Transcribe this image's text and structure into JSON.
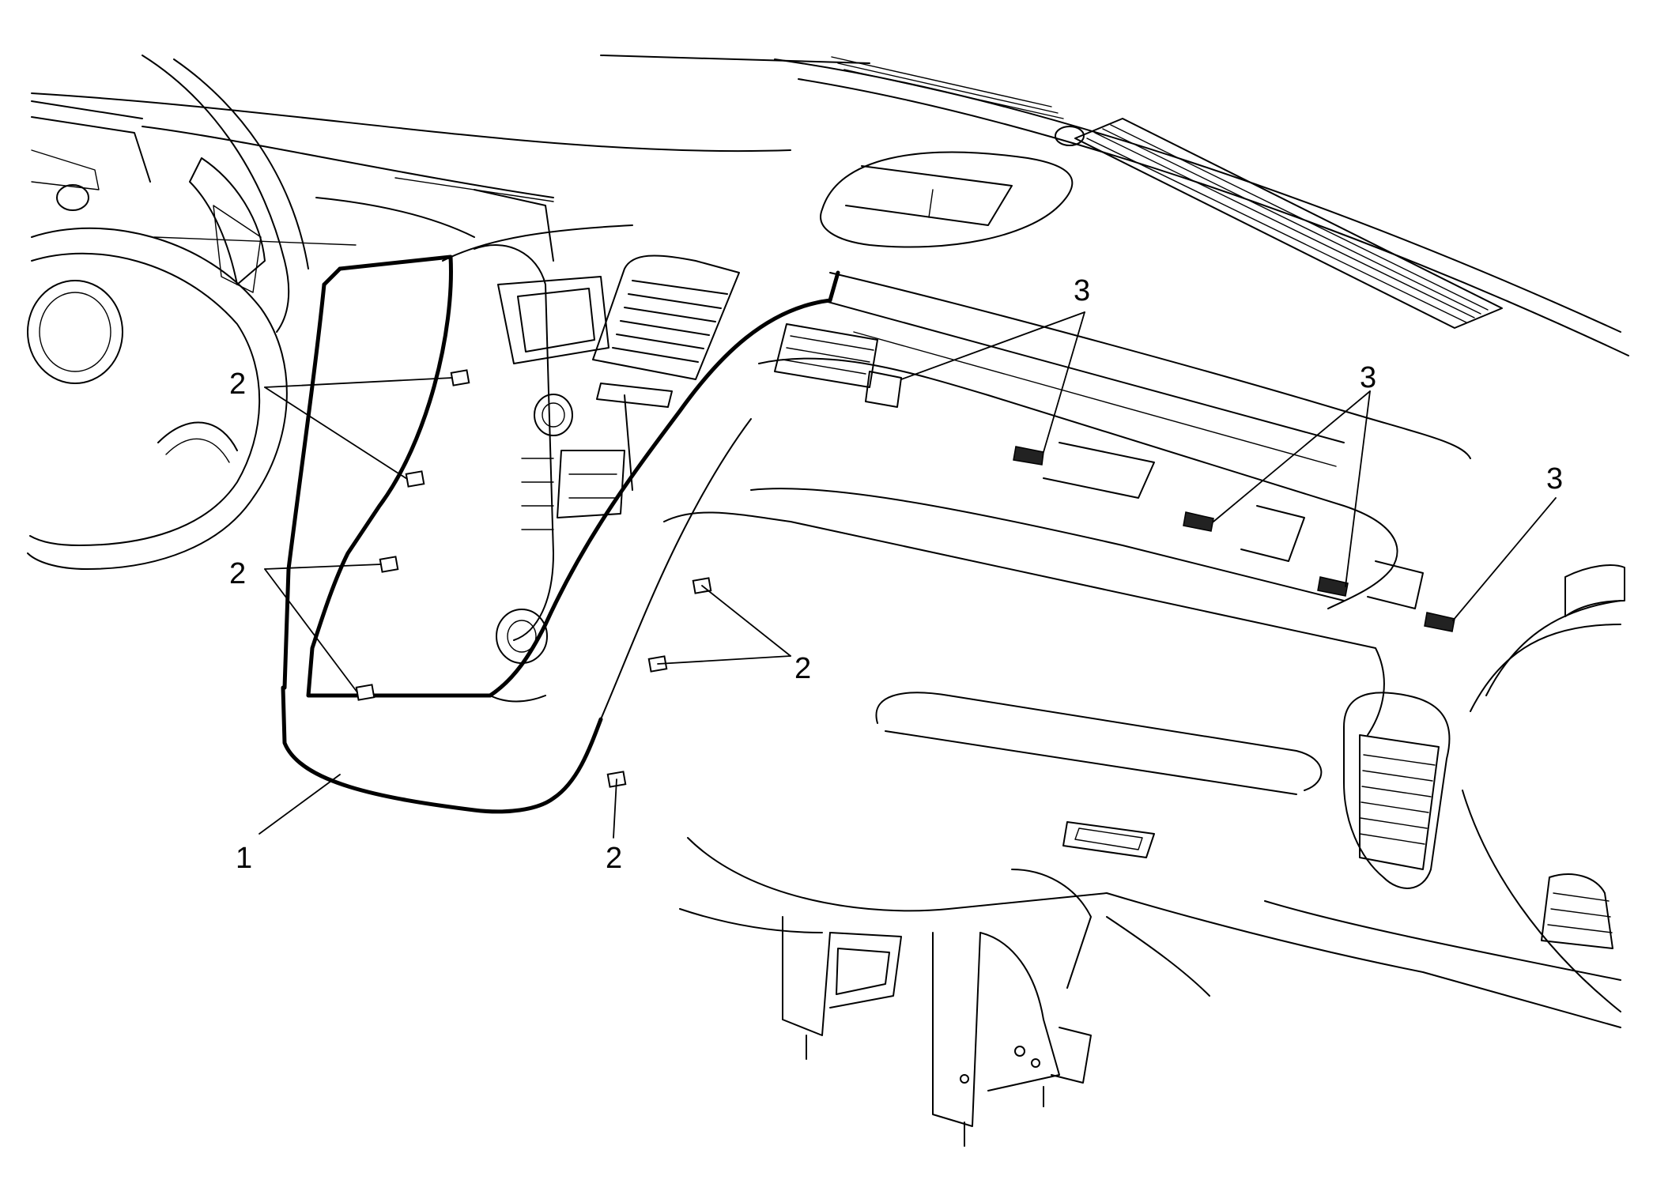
{
  "callouts": {
    "one": "1",
    "two_a": "2",
    "two_b": "2",
    "two_c": "2",
    "two_d": "2",
    "three_a": "3",
    "three_b": "3",
    "three_c": "3"
  },
  "colors": {
    "line": "#000000",
    "background": "#ffffff"
  }
}
